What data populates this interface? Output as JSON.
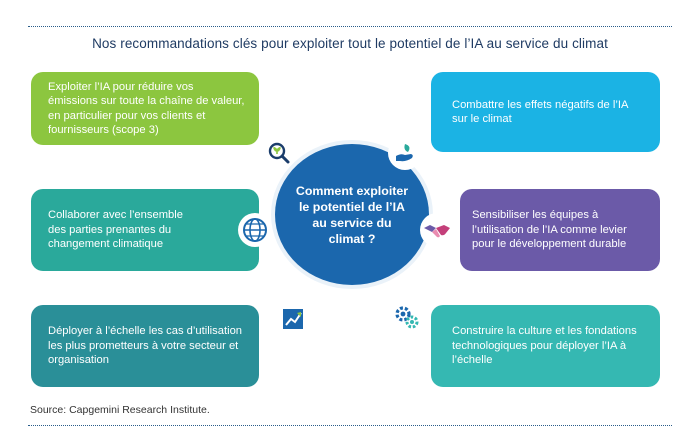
{
  "title": "Nos recommandations clés pour exploiter tout le potentiel de l’IA au service du climat",
  "center": "Comment exploiter le potentiel de l’IA au service du climat ?",
  "boxes": {
    "top_left": "Exploiter l’IA pour réduire vos émissions sur toute la chaîne de valeur, en particulier pour vos clients et fournisseurs (scope 3)",
    "mid_left": "Collaborer avec l’ensemble des parties prenantes du changement climatique",
    "bottom_left": "Déployer à l’échelle les cas d’utilisation les plus prometteurs à votre secteur et organisation",
    "top_right": "Combattre les effets négatifs de l’IA sur le climat",
    "mid_right": "Sensibiliser les équipes à l’utilisation de l’IA comme levier pour le développement durable",
    "bottom_right": "Construire la culture et les fondations technologiques pour déployer l’IA à l’échelle"
  },
  "colors": {
    "green": "#8cc63f",
    "teal": "#2aa99b",
    "dark_teal": "#2a8f98",
    "cyan": "#1bb3e4",
    "purple": "#6b5aa8",
    "teal_light": "#35b8b2",
    "center_blue": "#1b67ad"
  },
  "icons": {
    "top_left": "magnifier-plant-icon",
    "mid_left": "globe-icon",
    "bottom_left": "growth-chart-icon",
    "top_right": "hand-leaf-icon",
    "mid_right": "handshake-icon",
    "bottom_right": "gears-icon"
  },
  "source": "Source: Capgemini Research Institute."
}
